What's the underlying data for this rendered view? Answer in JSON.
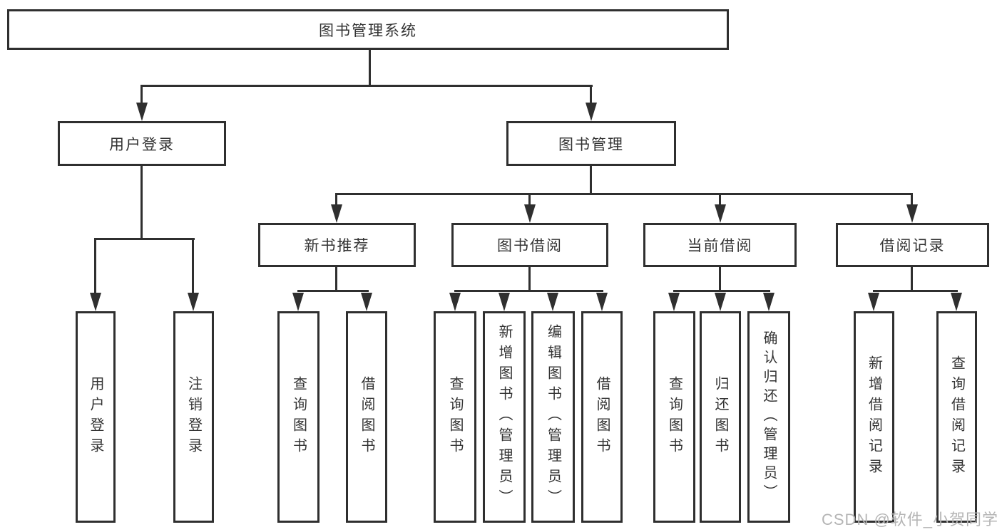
{
  "diagram": {
    "root": {
      "label": "图书管理系统",
      "children": [
        {
          "label": "用户登录",
          "children": [
            {
              "label": "用户登录"
            },
            {
              "label": "注销登录"
            }
          ]
        },
        {
          "label": "图书管理",
          "children": [
            {
              "label": "新书推荐",
              "children": [
                {
                  "label": "查询图书"
                },
                {
                  "label": "借阅图书"
                }
              ]
            },
            {
              "label": "图书借阅",
              "children": [
                {
                  "label": "查询图书"
                },
                {
                  "label": "新增图书（管理员）"
                },
                {
                  "label": "编辑图书（管理员）"
                },
                {
                  "label": "借阅图书"
                }
              ]
            },
            {
              "label": "当前借阅",
              "children": [
                {
                  "label": "查询图书"
                },
                {
                  "label": "归还图书"
                },
                {
                  "label": "确认归还（管理员）"
                }
              ]
            },
            {
              "label": "借阅记录",
              "children": [
                {
                  "label": "新增借阅记录"
                },
                {
                  "label": "查询借阅记录"
                }
              ]
            }
          ]
        }
      ]
    },
    "watermark": "CSDN @软件_小贺同学",
    "colors": {
      "line": "#2f2f2f",
      "text": "#333333",
      "watermark": "#b5b5b5",
      "background": "#ffffff"
    }
  }
}
